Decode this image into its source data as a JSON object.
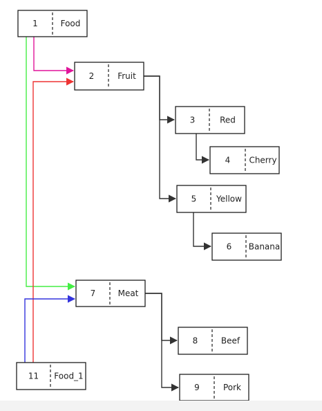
{
  "colors": {
    "tree_edge": "#333333",
    "edge_food_fruit": "#e0149a",
    "edge_food_meat": "#44ee44",
    "edge_food1_fruit": "#ee3333",
    "edge_food1_meat": "#3333dd"
  },
  "nodes": [
    {
      "id": "n1",
      "num": "1",
      "label": "Food"
    },
    {
      "id": "n2",
      "num": "2",
      "label": "Fruit"
    },
    {
      "id": "n3",
      "num": "3",
      "label": "Red"
    },
    {
      "id": "n4",
      "num": "4",
      "label": "Cherry"
    },
    {
      "id": "n5",
      "num": "5",
      "label": "Yellow"
    },
    {
      "id": "n6",
      "num": "6",
      "label": "Banana"
    },
    {
      "id": "n7",
      "num": "7",
      "label": "Meat"
    },
    {
      "id": "n8",
      "num": "8",
      "label": "Beef"
    },
    {
      "id": "n9",
      "num": "9",
      "label": "Pork"
    },
    {
      "id": "n11",
      "num": "11",
      "label": "Food_1"
    }
  ]
}
